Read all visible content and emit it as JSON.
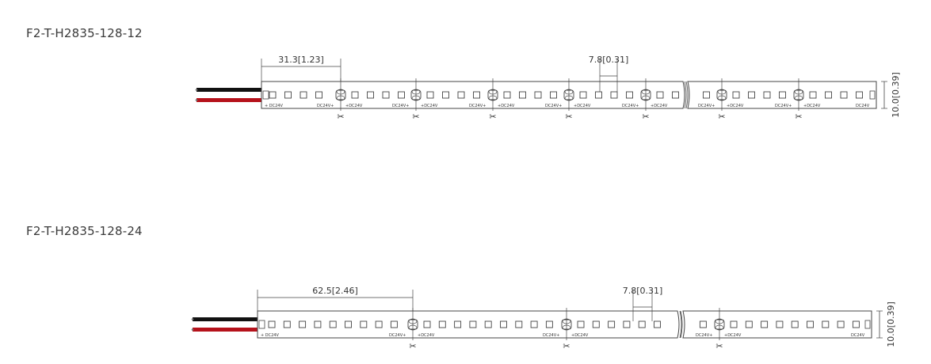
{
  "strips": [
    {
      "model": "F2-T-H2835-128-12",
      "dim_cut_length": "31.3[1.23]",
      "dim_led_pitch": "7.8[0.31]",
      "dim_width": "10.0[0.39]",
      "pad_label": "DC24V",
      "pad_symbol": "+",
      "cut_symbol": "✂",
      "wire_colors": [
        "#111111",
        "#b5121b"
      ]
    },
    {
      "model": "F2-T-H2835-128-24",
      "dim_cut_length": "62.5[2.46]",
      "dim_led_pitch": "7.8[0.31]",
      "dim_width": "10.0[0.39]",
      "pad_label": "DC24V",
      "pad_symbol": "+",
      "cut_symbol": "✂",
      "wire_colors": [
        "#111111",
        "#b5121b"
      ]
    }
  ]
}
